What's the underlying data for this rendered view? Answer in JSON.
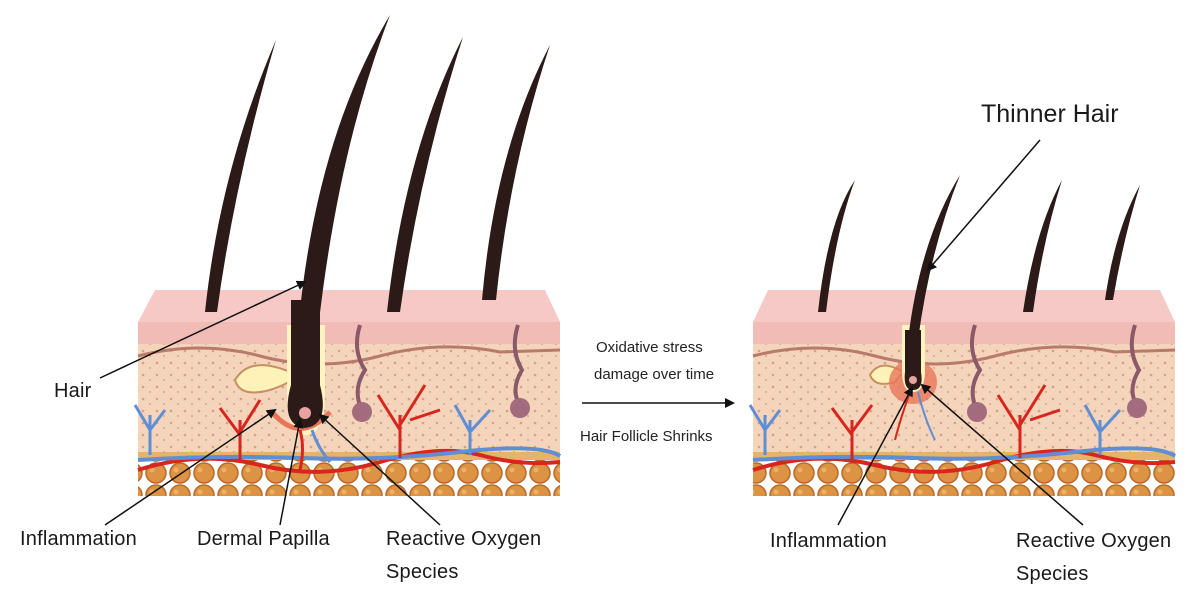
{
  "left_panel": {
    "labels": {
      "hair": "Hair",
      "inflammation": "Inflammation",
      "dermal_papilla": "Dermal Papilla",
      "ros_line1": "Reactive Oxygen",
      "ros_line2": "Species"
    }
  },
  "middle": {
    "line1": "Oxidative stress",
    "line2": "damage over time",
    "line3": "Hair Follicle Shrinks"
  },
  "right_panel": {
    "labels": {
      "title": "Thinner Hair",
      "inflammation": "Inflammation",
      "ros_line1": "Reactive Oxygen",
      "ros_line2": "Species"
    }
  },
  "colors": {
    "epidermis_top": "#f6c8c4",
    "dermis": "#f4d3b9",
    "dermis_line": "#b97a6a",
    "fat": "#d98a3d",
    "hair": "#2b1a17",
    "artery": "#d7261e",
    "vein": "#5f8ed6",
    "follicle_glow": "#fff2b8",
    "inflammation": "#e8755a"
  }
}
